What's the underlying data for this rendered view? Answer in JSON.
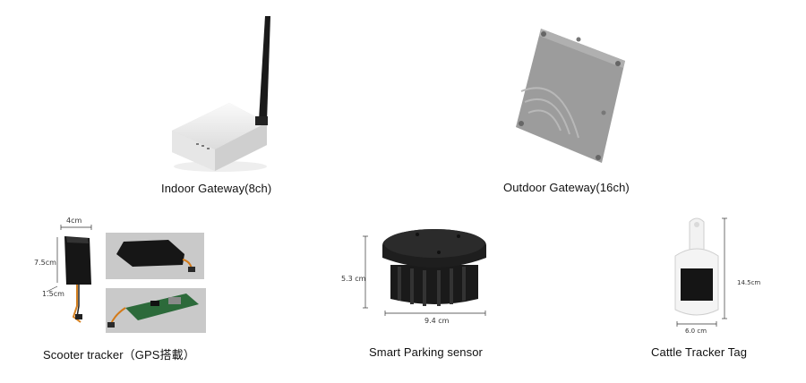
{
  "products": [
    {
      "caption": "Indoor Gateway(8ch)"
    },
    {
      "caption": "Outdoor Gateway(16ch)"
    },
    {
      "caption": "Scooter tracker（GPS搭載）",
      "dims": {
        "width": "4cm",
        "height": "7.5cm",
        "depth": "1.5cm"
      }
    },
    {
      "caption": "Smart Parking sensor",
      "dims": {
        "height": "5.3 cm",
        "width": "9.4 cm"
      }
    },
    {
      "caption": "Cattle Tracker Tag",
      "dims": {
        "height": "14.5cm",
        "width": "6.0 cm"
      }
    }
  ]
}
